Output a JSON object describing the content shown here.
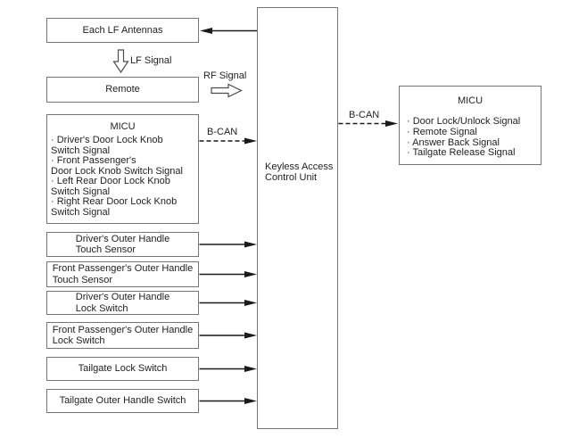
{
  "diagram": {
    "boxes": {
      "each_lf_antennas": {
        "label": "Each LF Antennas"
      },
      "remote": {
        "label": "Remote"
      },
      "micu_left": {
        "title": "MICU",
        "items": [
          "· Driver's Door Lock Knob\nSwitch Signal",
          "· Front Passenger's\nDoor Lock Knob Switch Signal",
          "· Left Rear Door Lock Knob\nSwitch Signal",
          "· Right Rear Door Lock Knob\nSwitch Signal"
        ]
      },
      "drivers_touch_sensor": {
        "label": "Driver's Outer Handle\nTouch Sensor"
      },
      "passenger_touch_sensor": {
        "label": "Front Passenger's Outer Handle\nTouch Sensor"
      },
      "drivers_lock_switch": {
        "label": "Driver's Outer Handle\nLock Switch"
      },
      "passenger_lock_switch": {
        "label": "Front Passenger's Outer Handle\nLock Switch"
      },
      "tailgate_lock_switch": {
        "label": "Tailgate Lock Switch"
      },
      "tailgate_outer_handle_switch": {
        "label": "Tailgate Outer Handle Switch"
      },
      "control_unit": {
        "label": "Keyless Access\nControl Unit"
      },
      "micu_right": {
        "title": "MICU",
        "items": [
          "· Door Lock/Unlock Signal",
          "· Remote Signal",
          "· Answer Back Signal",
          "· Tailgate Release Signal"
        ]
      }
    },
    "signal_labels": {
      "lf": "LF Signal",
      "rf": "RF Signal",
      "b_can_left": "B-CAN",
      "b_can_right": "B-CAN"
    }
  }
}
